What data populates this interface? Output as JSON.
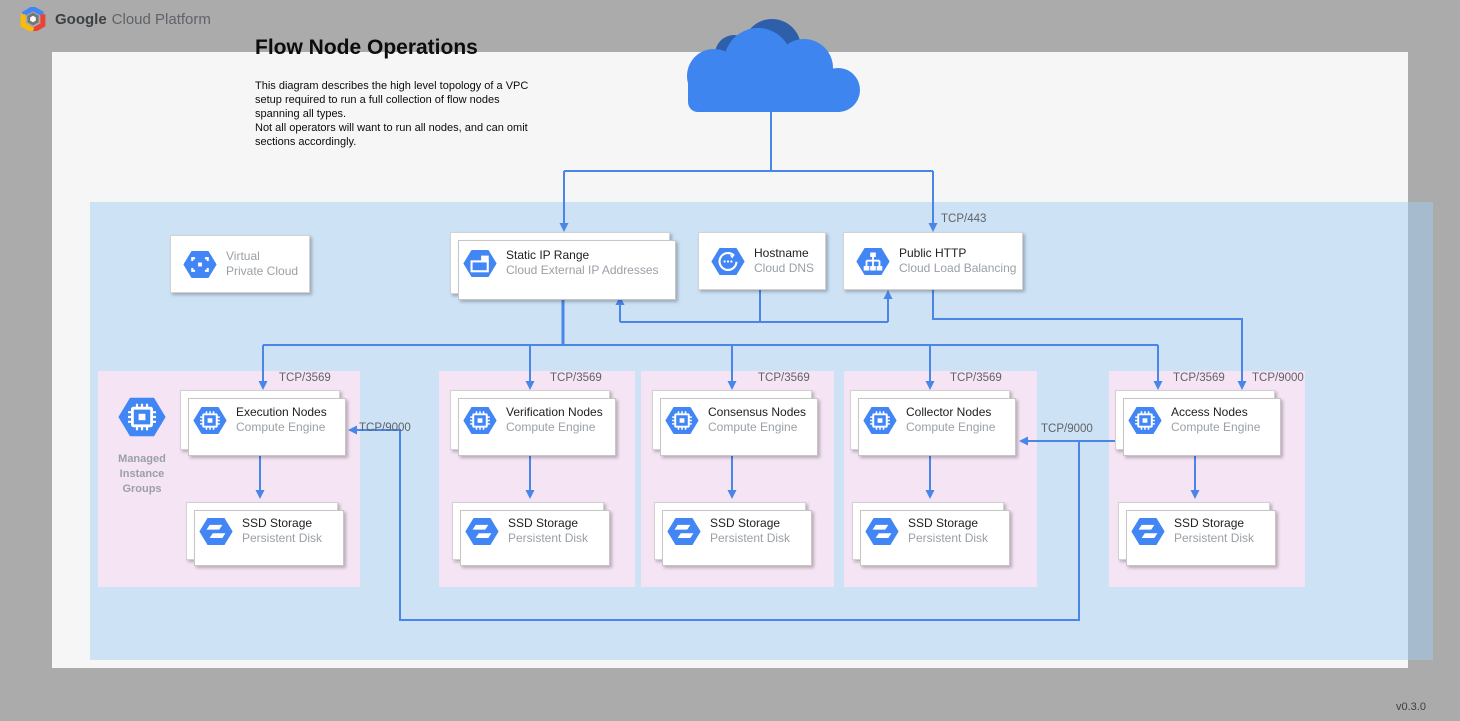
{
  "header": {
    "logo_bold": "Google",
    "logo_rest": "Cloud Platform"
  },
  "page": {
    "title": "Flow Node Operations",
    "description_1": "This diagram describes the high level topology of a VPC setup required to run a full collection of flow nodes spanning all types.",
    "description_2": "Not all operators will want to run all nodes, and can omit sections accordingly.",
    "version": "v0.3.0"
  },
  "colors": {
    "connector_blue": "#4a86e8",
    "icon_blue": "#4285f4",
    "vpc_region_fill": "#d7e9f9",
    "node_group_fill": "#f5e4f4",
    "cloud_light": "#3e85f0",
    "cloud_dark": "#2d5faa"
  },
  "cards": {
    "vpc": {
      "title": "Virtual",
      "subtitle": "Private Cloud",
      "icon": "vpc-hexagon-icon"
    },
    "static_ip": {
      "title": "Static IP Range",
      "subtitle": "Cloud External IP Addresses",
      "icon": "external-ip-hexagon-icon"
    },
    "hostname": {
      "title": "Hostname",
      "subtitle": "Cloud DNS",
      "icon": "cloud-dns-hexagon-icon"
    },
    "public_http": {
      "title": "Public HTTP",
      "subtitle": "Cloud Load Balancing",
      "icon": "load-balancer-hexagon-icon"
    }
  },
  "mig": {
    "label": "Managed\nInstance\nGroups",
    "icon": "compute-chip-hexagon-icon"
  },
  "groups": [
    {
      "title": "Execution Nodes",
      "subtitle": "Compute Engine",
      "storage_title": "SSD Storage",
      "storage_subtitle": "Persistent Disk"
    },
    {
      "title": "Verification Nodes",
      "subtitle": "Compute Engine",
      "storage_title": "SSD Storage",
      "storage_subtitle": "Persistent Disk"
    },
    {
      "title": "Consensus Nodes",
      "subtitle": "Compute Engine",
      "storage_title": "SSD Storage",
      "storage_subtitle": "Persistent Disk"
    },
    {
      "title": "Collector Nodes",
      "subtitle": "Compute Engine",
      "storage_title": "SSD Storage",
      "storage_subtitle": "Persistent Disk"
    },
    {
      "title": "Access Nodes",
      "subtitle": "Compute Engine",
      "storage_title": "SSD Storage",
      "storage_subtitle": "Persistent Disk"
    }
  ],
  "labels": {
    "tcp443": "TCP/443",
    "port0": "TCP/3569",
    "port1": "TCP/3569",
    "port2": "TCP/3569",
    "port3": "TCP/3569",
    "port4": "TCP/3569",
    "port4b": "TCP/9000",
    "execution_in": "TCP/9000",
    "collector_in": "TCP/9000"
  }
}
